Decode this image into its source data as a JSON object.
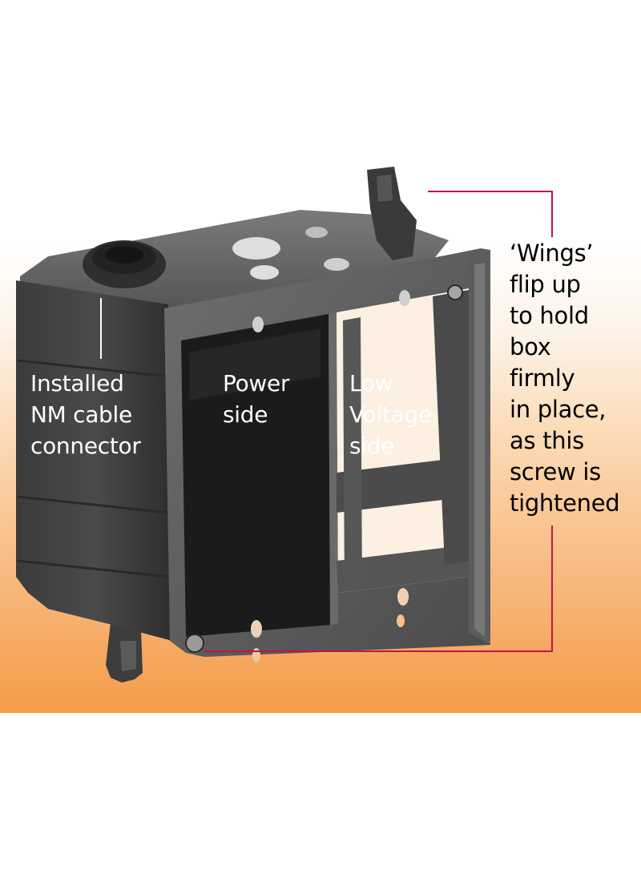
{
  "labels": {
    "cable_connector": [
      "Installed",
      "NM cable",
      "connector"
    ],
    "power_side": [
      "Power",
      "side"
    ],
    "low_voltage_side": [
      "Low",
      "Voltage",
      "side"
    ],
    "wings": [
      "‘Wings’",
      "flip up",
      "to hold",
      "box",
      "firmly",
      "in place,",
      "as this",
      "screw is",
      "tightened"
    ]
  },
  "colors": {
    "callout_line": "#c4124a",
    "background_gradient_bottom": "#f39c48",
    "box_body": "#3a3a3a"
  }
}
